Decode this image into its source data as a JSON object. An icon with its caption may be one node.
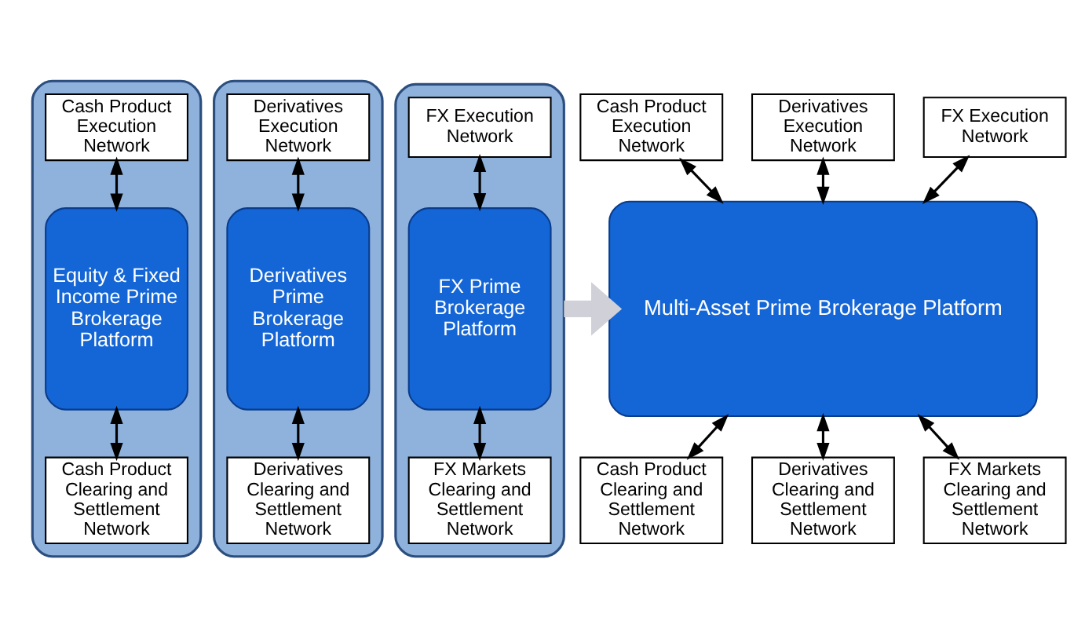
{
  "diagram": {
    "nodes": [
      {
        "text": [],
        "shape": "box"
      },
      {
        "text": [
          "Cash Product Execution Network"
        ],
        "in": 0
      },
      {
        "text": [
          "Equity & Fixed Income Prime Brokerage Platform"
        ],
        "in": 0
      },
      {
        "text": [
          "Cash Product Clearing and Settlement Network"
        ],
        "in": 0
      },
      {
        "text": [],
        "shape": "box"
      },
      {
        "text": [
          "Derivatives Execution Network"
        ],
        "in": 4
      },
      {
        "text": [
          "Derivatives Prime Brokerage Platform"
        ],
        "in": 4
      },
      {
        "text": [
          "Derivatives Clearing and Settlement Network"
        ],
        "in": 4
      },
      {
        "text": [],
        "shape": "box"
      },
      {
        "text": [
          "FX Execution Network"
        ],
        "in": 8
      },
      {
        "text": [
          "FX Prime Brokerage Platform"
        ],
        "in": 8
      },
      {
        "text": [
          "FX Markets Clearing and Settlement Network"
        ],
        "in": 8
      },
      {
        "text": [
          "Cash Product Execution Network"
        ]
      },
      {
        "text": [
          "Derivatives Execution Network"
        ]
      },
      {
        "text": [
          "FX Execution Network"
        ]
      },
      {
        "text": [
          "Multi-Asset Prime Brokerage Platform"
        ]
      },
      {
        "text": [
          "Cash Product Clearing and Settlement Network"
        ]
      },
      {
        "text": [
          "Derivatives Clearing and Settlement Network"
        ]
      },
      {
        "text": [
          "FX Markets Clearing and Settlement Network"
        ]
      }
    ],
    "edges": [
      {
        "from": 1,
        "to": 2,
        "arrow": "both"
      },
      {
        "from": 2,
        "to": 3,
        "arrow": "both"
      },
      {
        "from": 5,
        "to": 6,
        "arrow": "both"
      },
      {
        "from": 6,
        "to": 7,
        "arrow": "both"
      },
      {
        "from": 9,
        "to": 10,
        "arrow": "both"
      },
      {
        "from": 10,
        "to": 11,
        "arrow": "both"
      },
      {
        "from": 8,
        "to": 15,
        "arrow": "to",
        "style": "thick",
        "color": "#d0d0d8"
      },
      {
        "from": 12,
        "to": 15,
        "arrow": "both"
      },
      {
        "from": 13,
        "to": 15,
        "arrow": "both"
      },
      {
        "from": 14,
        "to": 15,
        "arrow": "both"
      },
      {
        "from": 15,
        "to": 16,
        "arrow": "both"
      },
      {
        "from": 15,
        "to": 17,
        "arrow": "both"
      },
      {
        "from": 15,
        "to": 18,
        "arrow": "both"
      }
    ]
  }
}
